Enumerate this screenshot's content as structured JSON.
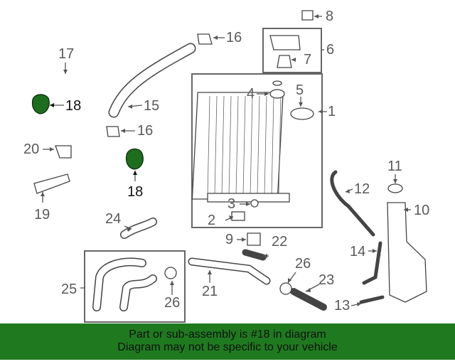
{
  "callouts": {
    "c1": "1",
    "c2": "2",
    "c3": "3",
    "c4": "4",
    "c5": "5",
    "c6": "6",
    "c7": "7",
    "c8": "8",
    "c9": "9",
    "c10": "10",
    "c11": "11",
    "c12": "12",
    "c13": "13",
    "c14": "14",
    "c15": "15",
    "c16a": "16",
    "c16b": "16",
    "c17": "17",
    "c18a": "18",
    "c18b": "18",
    "c19": "19",
    "c20": "20",
    "c21": "21",
    "c22": "22",
    "c23": "23",
    "c24": "24",
    "c25": "25",
    "c26a": "26",
    "c26b": "26"
  },
  "colors": {
    "highlight": "#1d6e1d",
    "footer_bg": "#1f7a1f"
  },
  "footer": {
    "line1": "Part or sub-assembly is #18 in diagram",
    "line2": "Diagram may not be specific to your vehicle"
  }
}
